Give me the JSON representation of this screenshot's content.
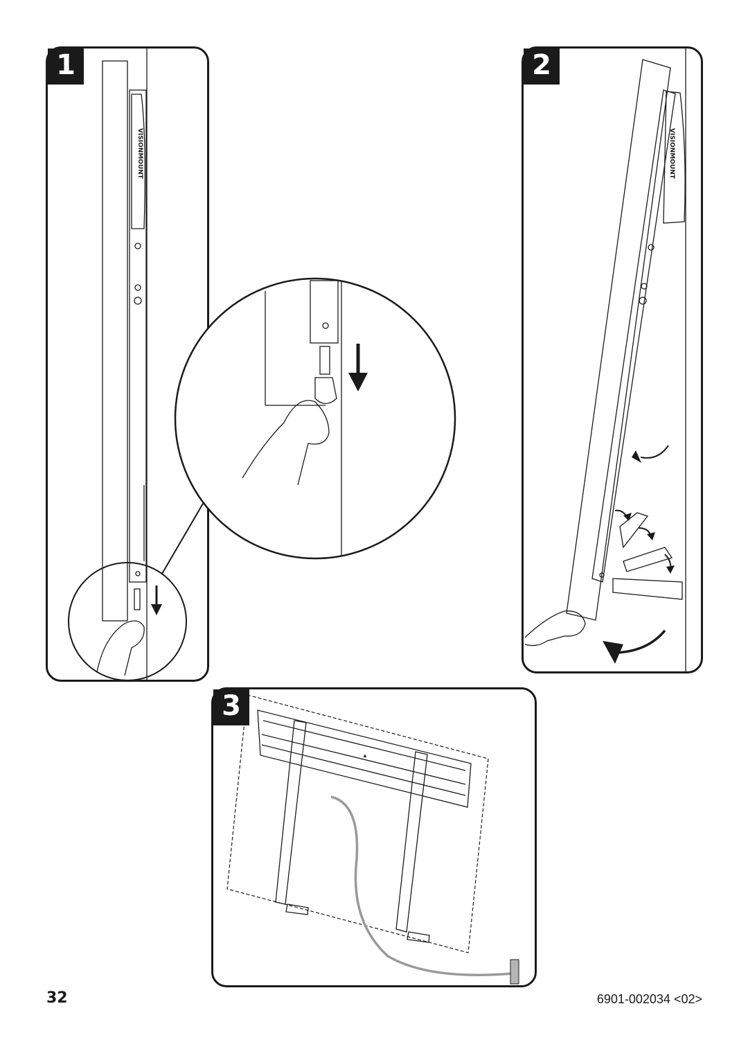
{
  "page": {
    "page_number": "32",
    "document_code": "6901-002034 <02>"
  },
  "steps": [
    {
      "number": "1"
    },
    {
      "number": "2"
    },
    {
      "number": "3"
    }
  ],
  "mount": {
    "brand_text": "VISIONMOUNT"
  },
  "icons": {
    "arrows": [
      "arrow-down-icon",
      "curved-arrow-icon"
    ],
    "hand": "hand-icon"
  },
  "colors": {
    "ink": "#1a1a1a",
    "cable": "#9a9a9a",
    "background": "#ffffff"
  }
}
